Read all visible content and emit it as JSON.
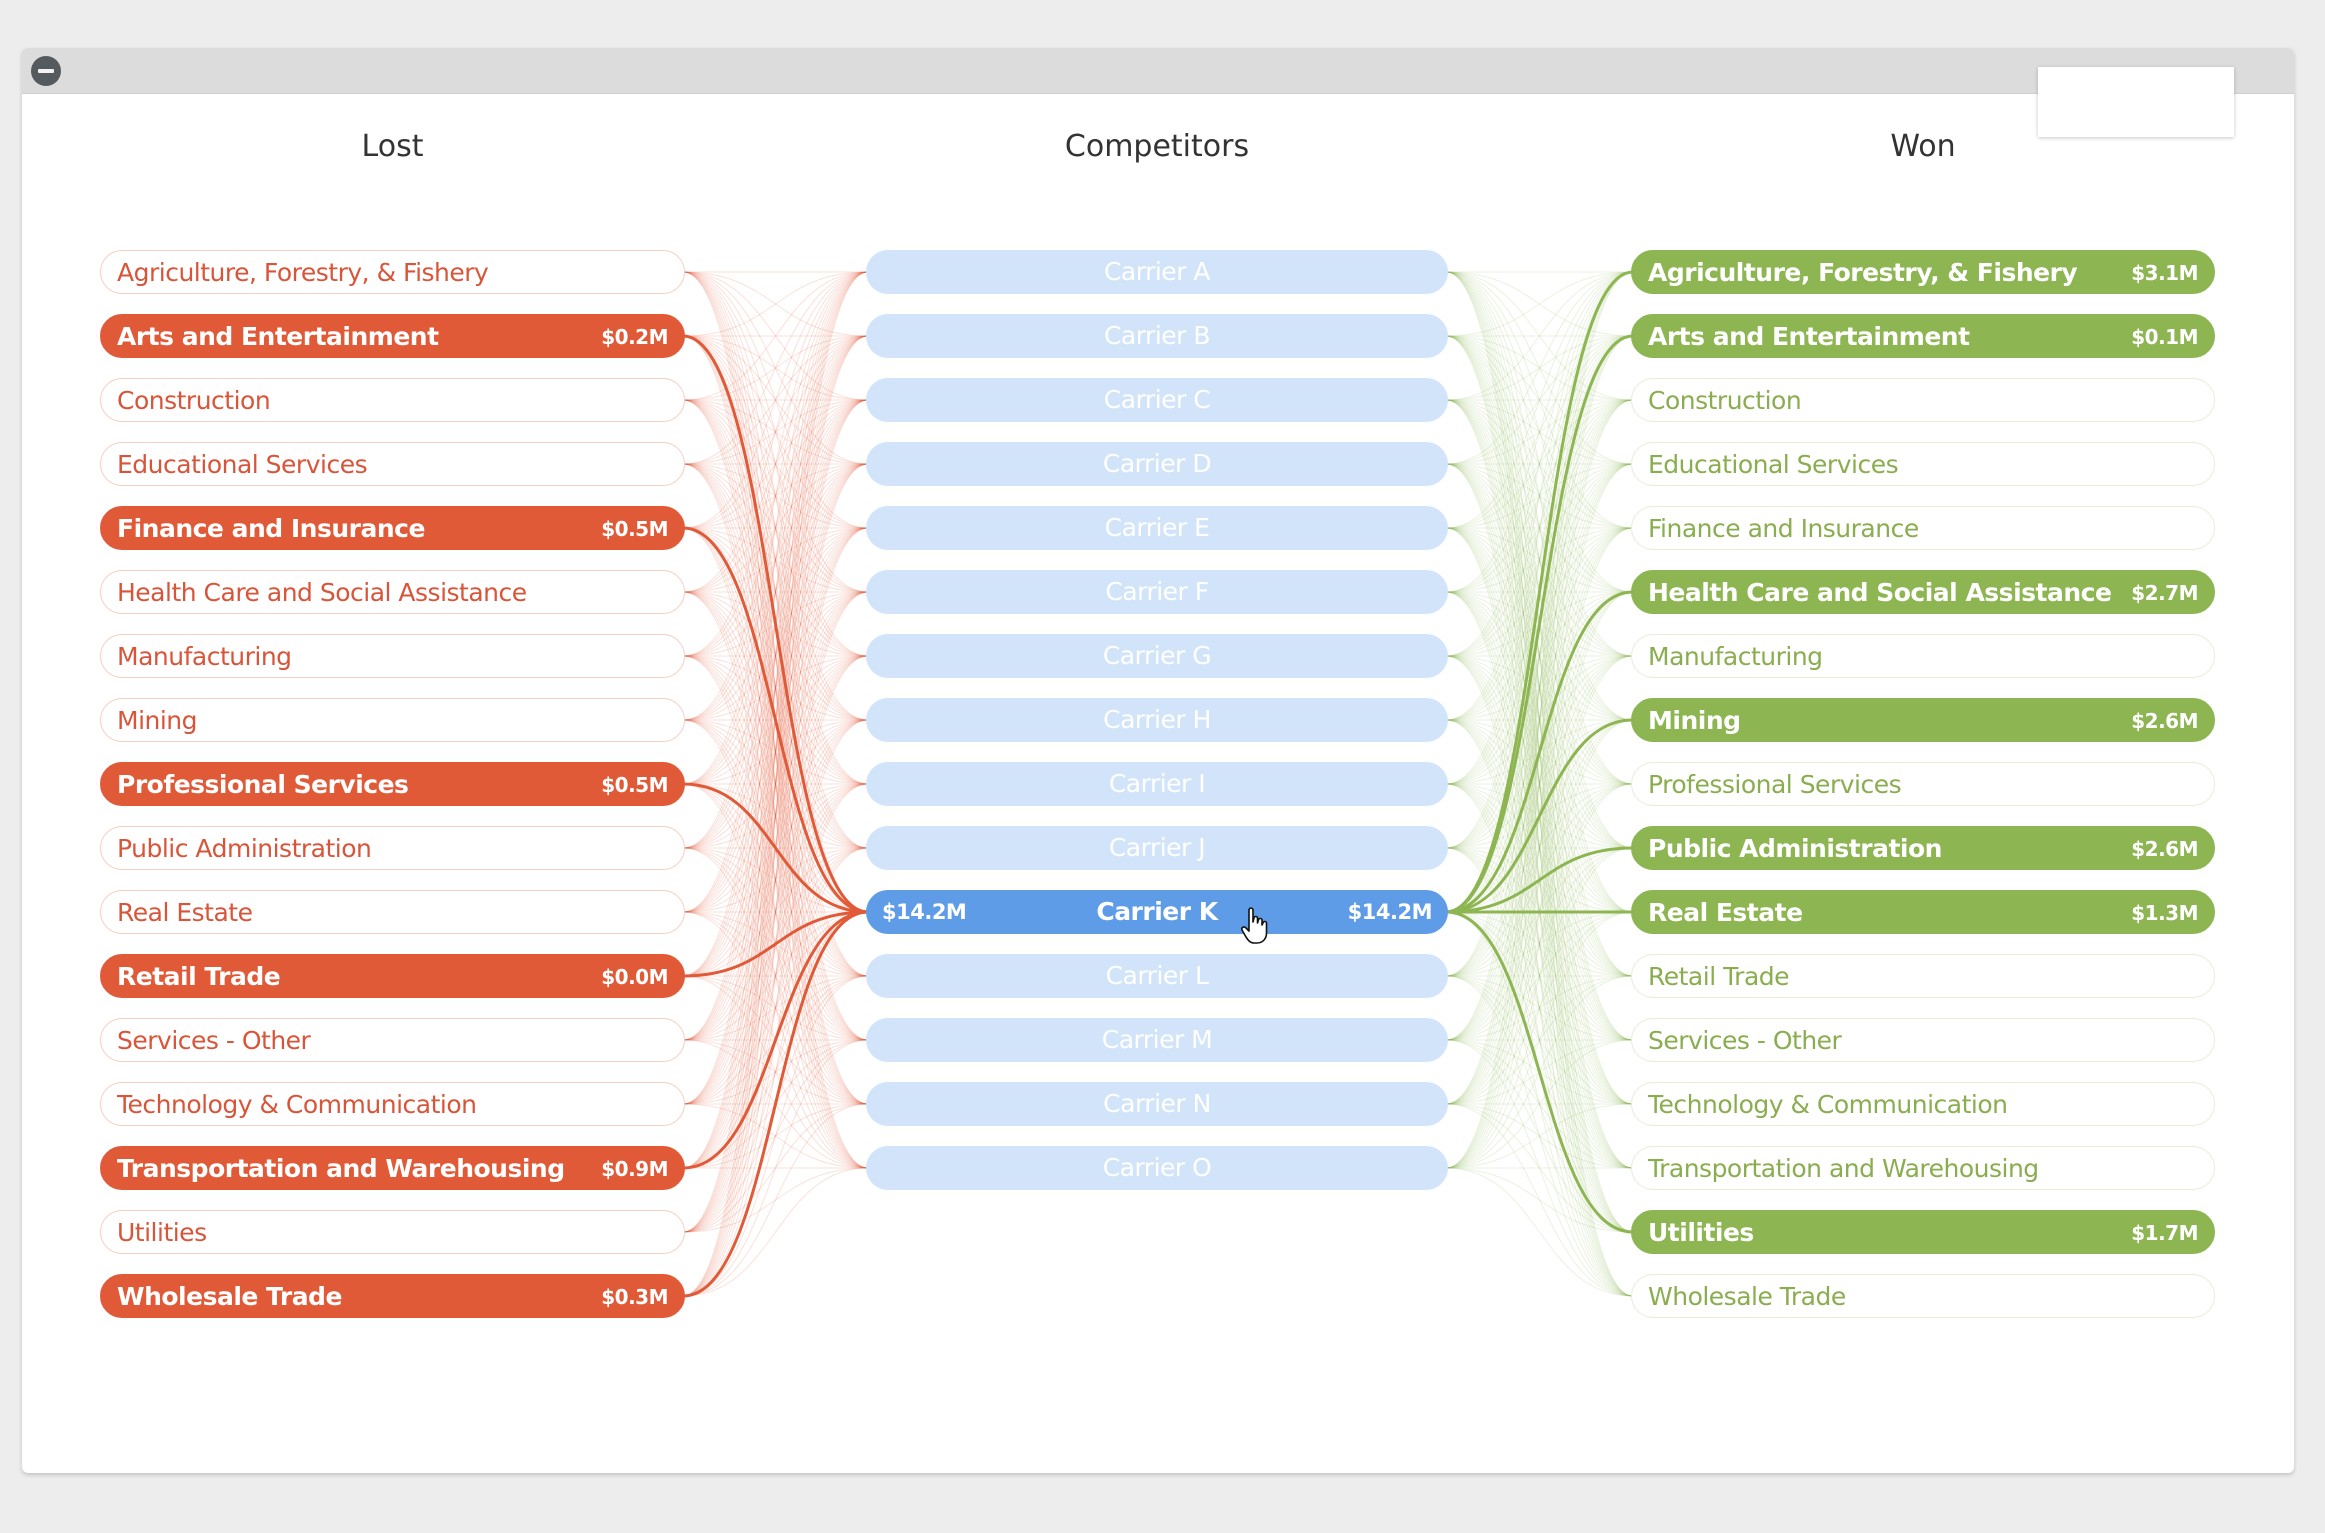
{
  "headers": {
    "lost": "Lost",
    "competitors": "Competitors",
    "won": "Won"
  },
  "colors": {
    "lost": "#e15a38",
    "won": "#8db552",
    "competitor": "#d2e4f9",
    "competitor_active": "#5e9ce8"
  },
  "lost": [
    {
      "label": "Agriculture, Forestry, & Fishery",
      "amount": "",
      "active": false
    },
    {
      "label": "Arts and Entertainment",
      "amount": "$0.2M",
      "active": true
    },
    {
      "label": "Construction",
      "amount": "",
      "active": false
    },
    {
      "label": "Educational Services",
      "amount": "",
      "active": false
    },
    {
      "label": "Finance and Insurance",
      "amount": "$0.5M",
      "active": true
    },
    {
      "label": "Health Care and Social Assistance",
      "amount": "",
      "active": false
    },
    {
      "label": "Manufacturing",
      "amount": "",
      "active": false
    },
    {
      "label": "Mining",
      "amount": "",
      "active": false
    },
    {
      "label": "Professional Services",
      "amount": "$0.5M",
      "active": true
    },
    {
      "label": "Public Administration",
      "amount": "",
      "active": false
    },
    {
      "label": "Real Estate",
      "amount": "",
      "active": false
    },
    {
      "label": "Retail Trade",
      "amount": "$0.0M",
      "active": true
    },
    {
      "label": "Services - Other",
      "amount": "",
      "active": false
    },
    {
      "label": "Technology & Communication",
      "amount": "",
      "active": false
    },
    {
      "label": "Transportation and Warehousing",
      "amount": "$0.9M",
      "active": true
    },
    {
      "label": "Utilities",
      "amount": "",
      "active": false
    },
    {
      "label": "Wholesale Trade",
      "amount": "$0.3M",
      "active": true
    }
  ],
  "competitors": [
    {
      "label": "Carrier A",
      "active": false,
      "amount_left": "",
      "amount_right": ""
    },
    {
      "label": "Carrier B",
      "active": false,
      "amount_left": "",
      "amount_right": ""
    },
    {
      "label": "Carrier C",
      "active": false,
      "amount_left": "",
      "amount_right": ""
    },
    {
      "label": "Carrier D",
      "active": false,
      "amount_left": "",
      "amount_right": ""
    },
    {
      "label": "Carrier E",
      "active": false,
      "amount_left": "",
      "amount_right": ""
    },
    {
      "label": "Carrier F",
      "active": false,
      "amount_left": "",
      "amount_right": ""
    },
    {
      "label": "Carrier G",
      "active": false,
      "amount_left": "",
      "amount_right": ""
    },
    {
      "label": "Carrier H",
      "active": false,
      "amount_left": "",
      "amount_right": ""
    },
    {
      "label": "Carrier I",
      "active": false,
      "amount_left": "",
      "amount_right": ""
    },
    {
      "label": "Carrier J",
      "active": false,
      "amount_left": "",
      "amount_right": ""
    },
    {
      "label": "Carrier K",
      "active": true,
      "amount_left": "$14.2M",
      "amount_right": "$14.2M"
    },
    {
      "label": "Carrier L",
      "active": false,
      "amount_left": "",
      "amount_right": ""
    },
    {
      "label": "Carrier M",
      "active": false,
      "amount_left": "",
      "amount_right": ""
    },
    {
      "label": "Carrier N",
      "active": false,
      "amount_left": "",
      "amount_right": ""
    },
    {
      "label": "Carrier O",
      "active": false,
      "amount_left": "",
      "amount_right": ""
    }
  ],
  "won": [
    {
      "label": "Agriculture, Forestry, & Fishery",
      "amount": "$3.1M",
      "active": true
    },
    {
      "label": "Arts and Entertainment",
      "amount": "$0.1M",
      "active": true
    },
    {
      "label": "Construction",
      "amount": "",
      "active": false
    },
    {
      "label": "Educational Services",
      "amount": "",
      "active": false
    },
    {
      "label": "Finance and Insurance",
      "amount": "",
      "active": false
    },
    {
      "label": "Health Care and Social Assistance",
      "amount": "$2.7M",
      "active": true
    },
    {
      "label": "Manufacturing",
      "amount": "",
      "active": false
    },
    {
      "label": "Mining",
      "amount": "$2.6M",
      "active": true
    },
    {
      "label": "Professional Services",
      "amount": "",
      "active": false
    },
    {
      "label": "Public Administration",
      "amount": "$2.6M",
      "active": true
    },
    {
      "label": "Real Estate",
      "amount": "$1.3M",
      "active": true
    },
    {
      "label": "Retail Trade",
      "amount": "",
      "active": false
    },
    {
      "label": "Services - Other",
      "amount": "",
      "active": false
    },
    {
      "label": "Technology & Communication",
      "amount": "",
      "active": false
    },
    {
      "label": "Transportation and Warehousing",
      "amount": "",
      "active": false
    },
    {
      "label": "Utilities",
      "amount": "$1.7M",
      "active": true
    },
    {
      "label": "Wholesale Trade",
      "amount": "",
      "active": false
    }
  ]
}
